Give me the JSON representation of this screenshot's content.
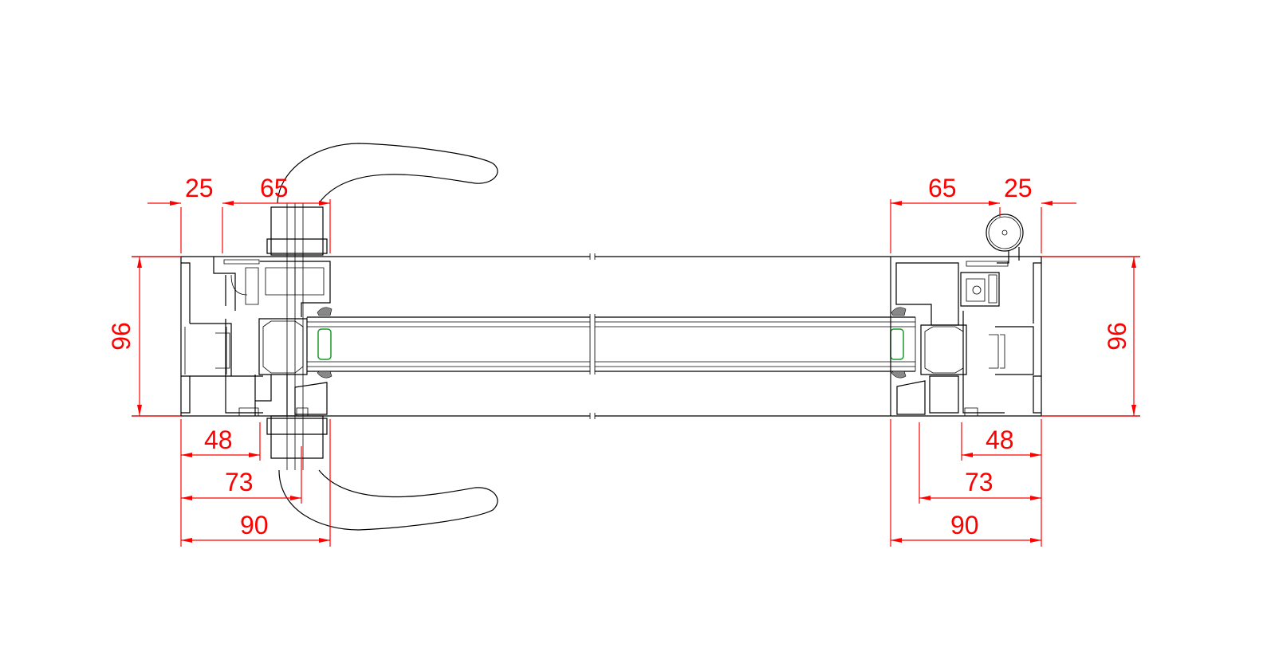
{
  "drawing": {
    "title": "Sliding window horizontal section",
    "colors": {
      "dimension": "#ff0000",
      "profile": "#000000",
      "spacer": "#1a9a2a"
    },
    "left_dims": {
      "top_a": "25",
      "top_b": "65",
      "height": "96",
      "bottom_a": "48",
      "bottom_b": "73",
      "bottom_c": "90"
    },
    "right_dims": {
      "top_a": "65",
      "top_b": "25",
      "height": "96",
      "bottom_a": "48",
      "bottom_b": "73",
      "bottom_c": "90"
    }
  }
}
